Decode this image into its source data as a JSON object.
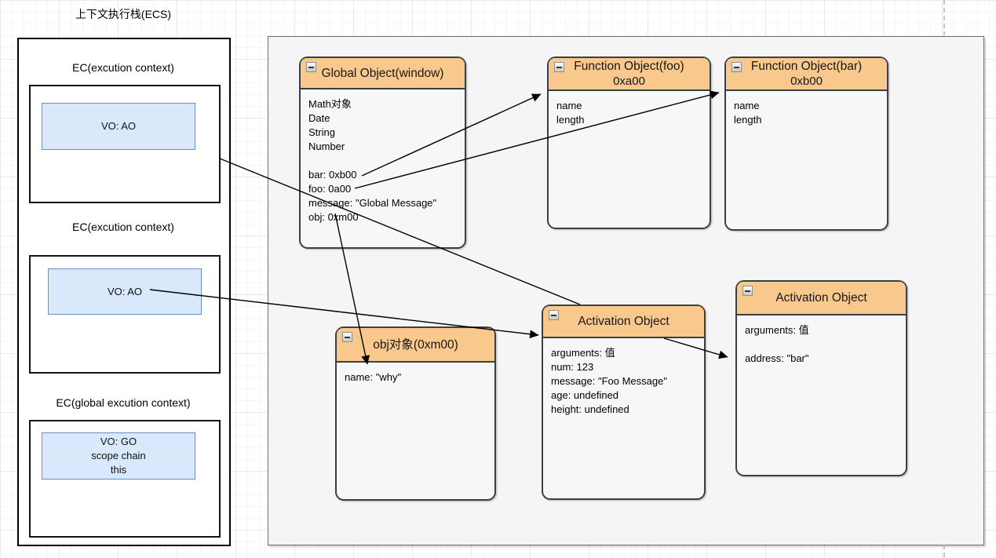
{
  "title": "上下文执行栈(ECS)",
  "stack": {
    "frames": [
      {
        "label": "EC(excution context)",
        "vo_lines": [
          "VO: AO"
        ]
      },
      {
        "label": "EC(excution context)",
        "vo_lines": [
          "VO: AO"
        ]
      },
      {
        "label": "EC(global excution context)",
        "vo_lines": [
          "VO: GO",
          "scope chain",
          "this"
        ]
      }
    ]
  },
  "heap": {
    "global": {
      "title": "Global Object(window)",
      "lines": [
        "Math对象",
        "Date",
        "String",
        "Number",
        "",
        "bar: 0xb00",
        "foo: 0a00",
        "message: \"Global Message\"",
        "obj: 0xm00"
      ]
    },
    "foo": {
      "title": "Function Object(foo)",
      "address": "0xa00",
      "lines": [
        "name",
        "length"
      ]
    },
    "bar": {
      "title": "Function Object(bar)",
      "address": "0xb00",
      "lines": [
        "name",
        "length"
      ]
    },
    "obj": {
      "title": "obj对象(0xm00)",
      "lines": [
        "name: \"why\""
      ]
    },
    "ao_foo": {
      "title": "Activation Object",
      "lines": [
        "arguments: 值",
        "num: 123",
        "message: \"Foo Message\"",
        "age: undefined",
        "height: undefined"
      ]
    },
    "ao_bar": {
      "title": "Activation Object",
      "lines": [
        "arguments: 值",
        "",
        "address: \"bar\""
      ]
    }
  },
  "colors": {
    "header_fill": "#f9c88c",
    "box_border": "#3a3e45",
    "blue_fill": "#dae8fc",
    "blue_border": "#6c8ebf",
    "panel_fill": "#f5f5f5",
    "arrow": "#000000"
  }
}
